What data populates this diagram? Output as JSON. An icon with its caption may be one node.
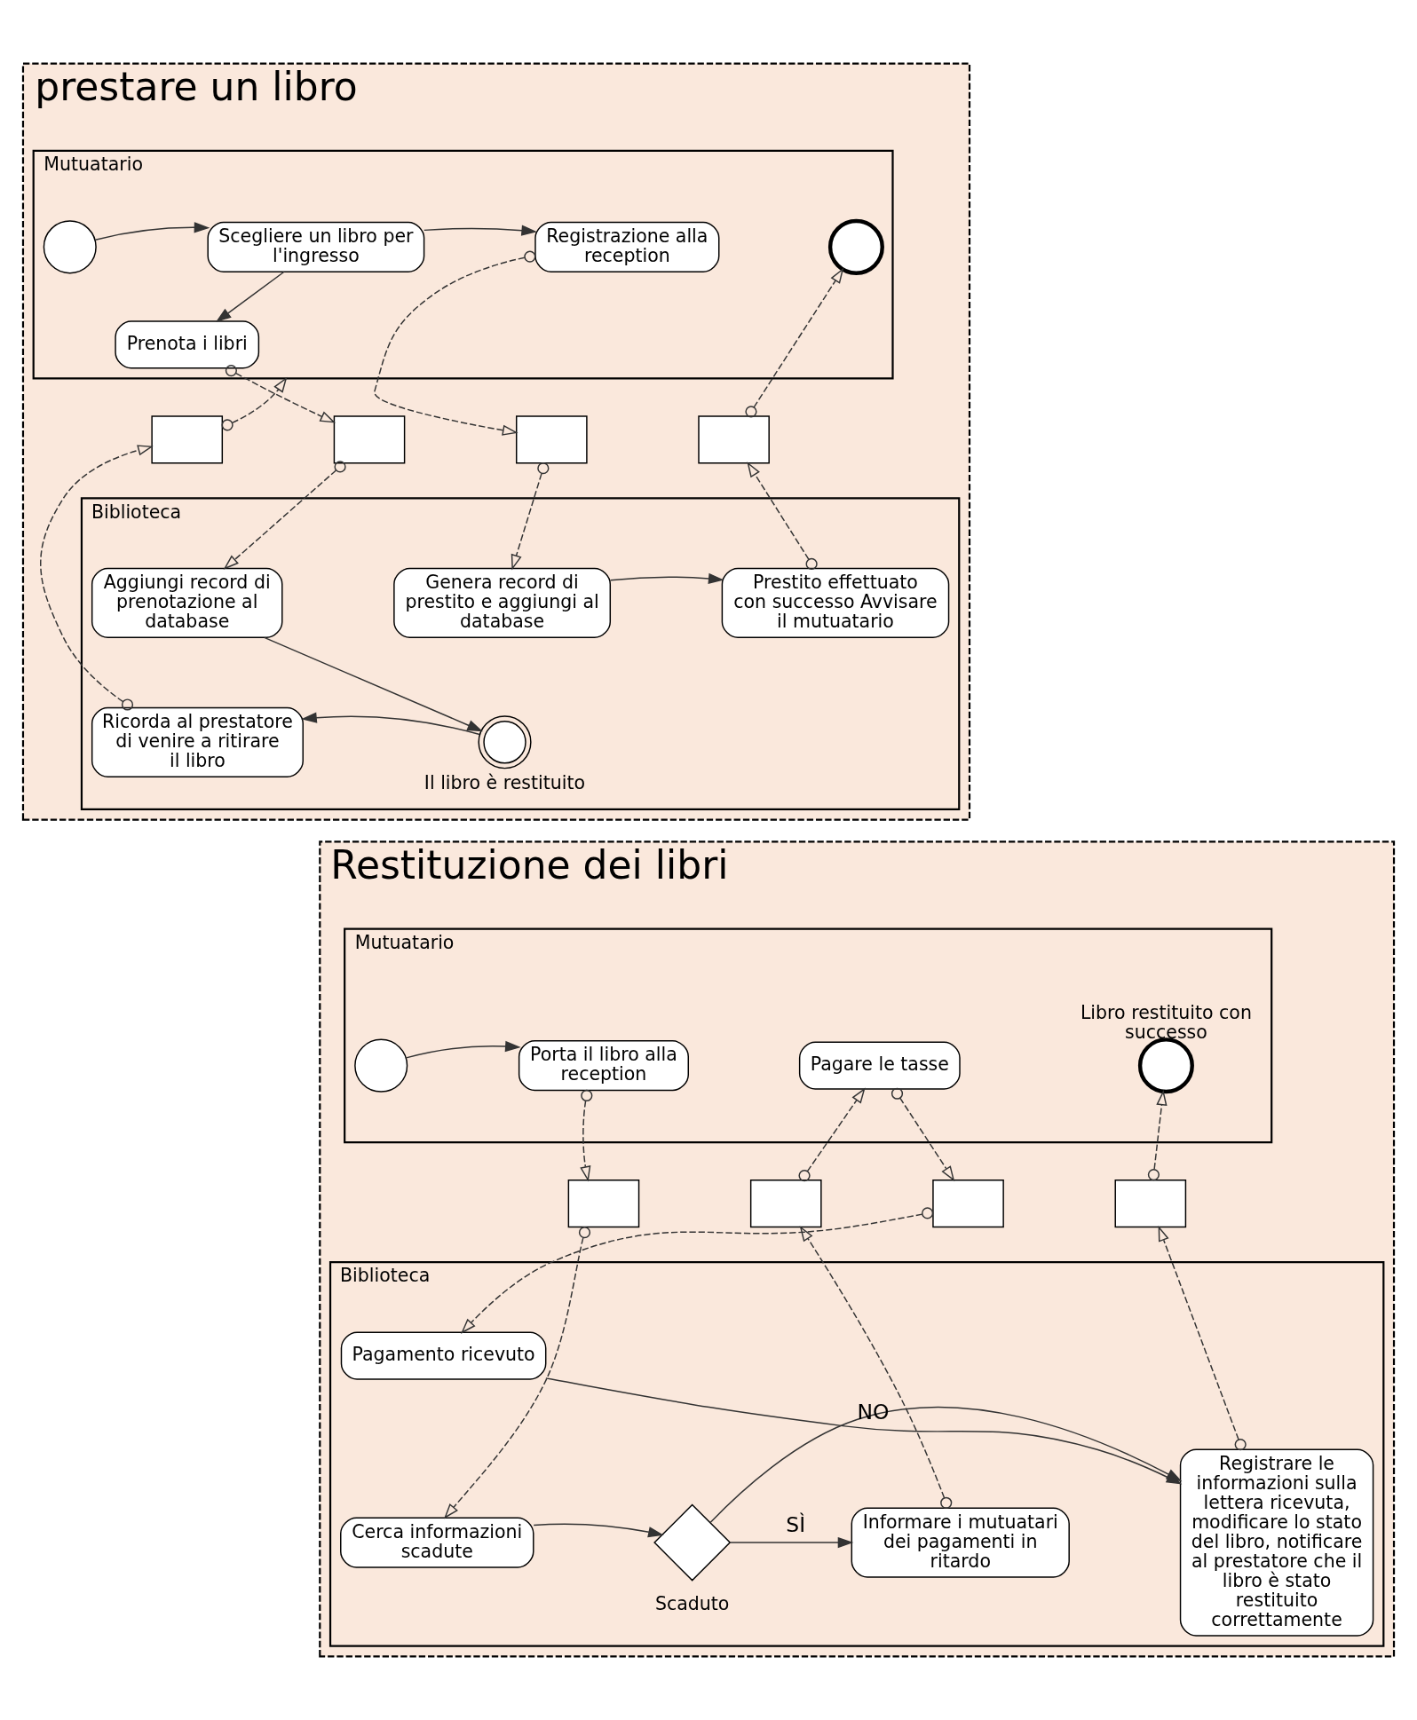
{
  "diagram": {
    "nodes": [
      {
        "text": [
          "prestare un libro"
        ]
      },
      {
        "text": [
          "Mutuatario"
        ],
        "in": 0
      },
      {
        "text": [
          "Biblioteca"
        ],
        "in": 0
      },
      {
        "text": [],
        "shape": "circle",
        "in": 1
      },
      {
        "text": [
          "Scegliere un libro per l'ingresso"
        ],
        "in": 1
      },
      {
        "text": [
          "Prenota i libri"
        ],
        "in": 1
      },
      {
        "text": [
          "Registrazione alla reception"
        ],
        "in": 1
      },
      {
        "text": [],
        "shape": "circle",
        "in": 1
      },
      {
        "text": [],
        "shape": "envelope",
        "in": 0
      },
      {
        "text": [],
        "shape": "envelope",
        "in": 0
      },
      {
        "text": [],
        "shape": "envelope",
        "in": 0
      },
      {
        "text": [],
        "shape": "envelope",
        "in": 0
      },
      {
        "text": [
          "Aggiungi record di prenotazione al database"
        ],
        "in": 2
      },
      {
        "text": [
          "Genera record di prestito e aggiungi al database"
        ],
        "in": 2
      },
      {
        "text": [
          "Prestito effettuato con successo Avvisare il mutuatario"
        ],
        "in": 2
      },
      {
        "text": [],
        "shape": "circle",
        "beside": [
          "Il libro è restituito"
        ],
        "in": 2
      },
      {
        "text": [
          "Ricorda al prestatore di venire a ritirare il libro"
        ],
        "in": 2
      },
      {
        "text": [
          "Restituzione dei libri"
        ]
      },
      {
        "text": [
          "Mutuatario"
        ],
        "in": 17
      },
      {
        "text": [
          "Biblioteca"
        ],
        "in": 17
      },
      {
        "text": [],
        "shape": "circle",
        "in": 18
      },
      {
        "text": [
          "Porta il libro alla reception"
        ],
        "in": 18
      },
      {
        "text": [
          "Pagare le tasse"
        ],
        "in": 18
      },
      {
        "text": [],
        "shape": "circle",
        "beside": [
          "Libro restituito con successo"
        ],
        "in": 18
      },
      {
        "text": [],
        "shape": "envelope",
        "in": 17
      },
      {
        "text": [],
        "shape": "envelope",
        "in": 17
      },
      {
        "text": [],
        "shape": "envelope",
        "in": 17
      },
      {
        "text": [],
        "shape": "envelope",
        "in": 17
      },
      {
        "text": [
          "Cerca informazioni scadute"
        ],
        "in": 19
      },
      {
        "text": [],
        "shape": "diamond",
        "beside": [
          "Scaduto"
        ],
        "in": 19
      },
      {
        "text": [
          "Informare i mutuatari dei pagamenti in ritardo"
        ],
        "in": 19
      },
      {
        "text": [
          "Pagamento ricevuto"
        ],
        "in": 19
      },
      {
        "text": [
          "Registrare le informazioni sulla lettera ricevuta, modificare lo stato del libro, notificare al prestatore che il libro è stato restituito correttamente"
        ],
        "in": 19
      }
    ],
    "edges": [
      {
        "from": 3,
        "to": 4,
        "arrow": "to"
      },
      {
        "from": 4,
        "to": 6,
        "arrow": "to"
      },
      {
        "from": 4,
        "to": 5,
        "arrow": "to"
      },
      {
        "from": 5,
        "to": 9,
        "arrow": "to",
        "style": "dashed"
      },
      {
        "from": 9,
        "to": 12,
        "arrow": "to",
        "style": "dashed"
      },
      {
        "from": 6,
        "to": 10,
        "arrow": "to",
        "style": "dashed"
      },
      {
        "from": 10,
        "to": 13,
        "arrow": "to",
        "style": "dashed"
      },
      {
        "from": 13,
        "to": 14,
        "arrow": "to"
      },
      {
        "from": 14,
        "to": 11,
        "arrow": "to",
        "style": "dashed"
      },
      {
        "from": 11,
        "to": 7,
        "arrow": "to",
        "style": "dashed"
      },
      {
        "from": 12,
        "to": 15,
        "arrow": "to"
      },
      {
        "from": 15,
        "to": 16,
        "arrow": "to"
      },
      {
        "from": 16,
        "to": 8,
        "arrow": "to",
        "style": "dashed"
      },
      {
        "from": 8,
        "to": 1,
        "arrow": "to",
        "style": "dashed"
      },
      {
        "from": 20,
        "to": 21,
        "arrow": "to"
      },
      {
        "from": 21,
        "to": 24,
        "arrow": "to",
        "style": "dashed"
      },
      {
        "from": 24,
        "to": 28,
        "arrow": "to",
        "style": "dashed"
      },
      {
        "from": 28,
        "to": 29,
        "arrow": "to"
      },
      {
        "from": 29,
        "to": 30,
        "arrow": "to",
        "label": "SÌ"
      },
      {
        "from": 29,
        "to": 32,
        "arrow": "to",
        "label": "NO"
      },
      {
        "from": 30,
        "to": 25,
        "arrow": "to",
        "style": "dashed"
      },
      {
        "from": 25,
        "to": 22,
        "arrow": "to",
        "style": "dashed"
      },
      {
        "from": 22,
        "to": 26,
        "arrow": "to",
        "style": "dashed"
      },
      {
        "from": 26,
        "to": 31,
        "arrow": "to",
        "style": "dashed"
      },
      {
        "from": 31,
        "to": 32,
        "arrow": "to"
      },
      {
        "from": 32,
        "to": 27,
        "arrow": "to",
        "style": "dashed"
      },
      {
        "from": 27,
        "to": 23,
        "arrow": "to",
        "style": "dashed"
      }
    ]
  }
}
